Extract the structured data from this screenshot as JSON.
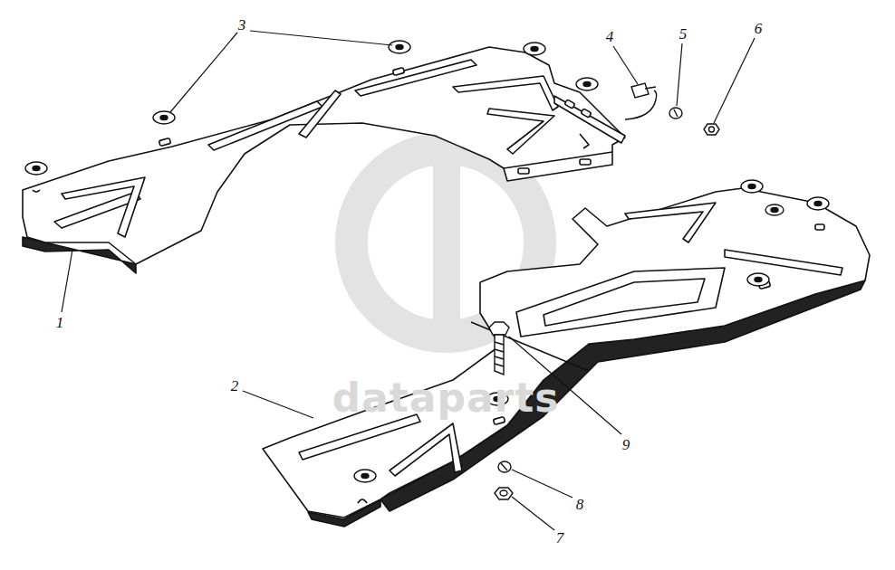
{
  "diagram": {
    "labels": [
      "3",
      "4",
      "5",
      "6",
      "1",
      "2",
      "9",
      "8",
      "7",
      "dataparts"
    ]
  }
}
